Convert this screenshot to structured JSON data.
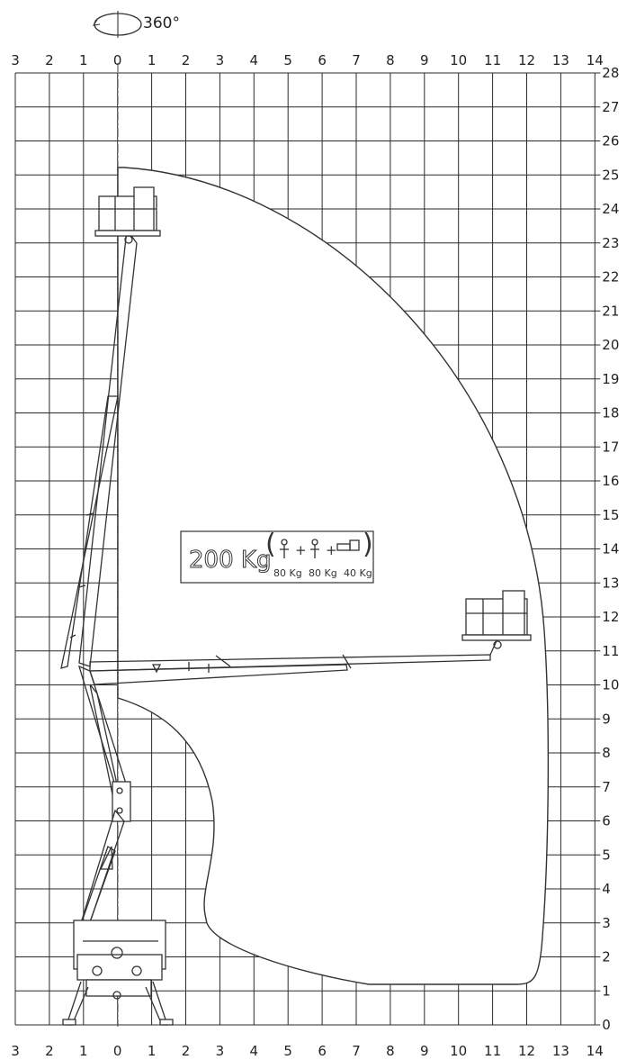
{
  "rotation": {
    "label": "360°"
  },
  "axes": {
    "x_top_ticks": [
      "3",
      "2",
      "1",
      "0",
      "1",
      "2",
      "3",
      "4",
      "5",
      "6",
      "7",
      "8",
      "9",
      "10",
      "11",
      "12",
      "13",
      "14"
    ],
    "x_bottom_ticks": [
      "3",
      "2",
      "1",
      "0",
      "1",
      "2",
      "3",
      "4",
      "5",
      "6",
      "7",
      "8",
      "9",
      "10",
      "11",
      "12",
      "13",
      "14"
    ],
    "y_ticks": [
      "0",
      "1",
      "2",
      "3",
      "4",
      "5",
      "6",
      "7",
      "8",
      "9",
      "10",
      "11",
      "12",
      "13",
      "14",
      "15",
      "16",
      "17",
      "18",
      "19",
      "20",
      "21",
      "22",
      "23",
      "24",
      "25",
      "26",
      "27",
      "28"
    ],
    "x_range_m": [
      -3,
      14
    ],
    "y_range_m": [
      0,
      28
    ]
  },
  "working_envelope": {
    "max_height_m": 25.3,
    "max_outreach_m": 12.3
  },
  "load": {
    "capacity": "200 Kg",
    "person_1": "80 Kg",
    "person_2": "80 Kg",
    "equipment": "40 Kg",
    "plus_sign": "+"
  }
}
